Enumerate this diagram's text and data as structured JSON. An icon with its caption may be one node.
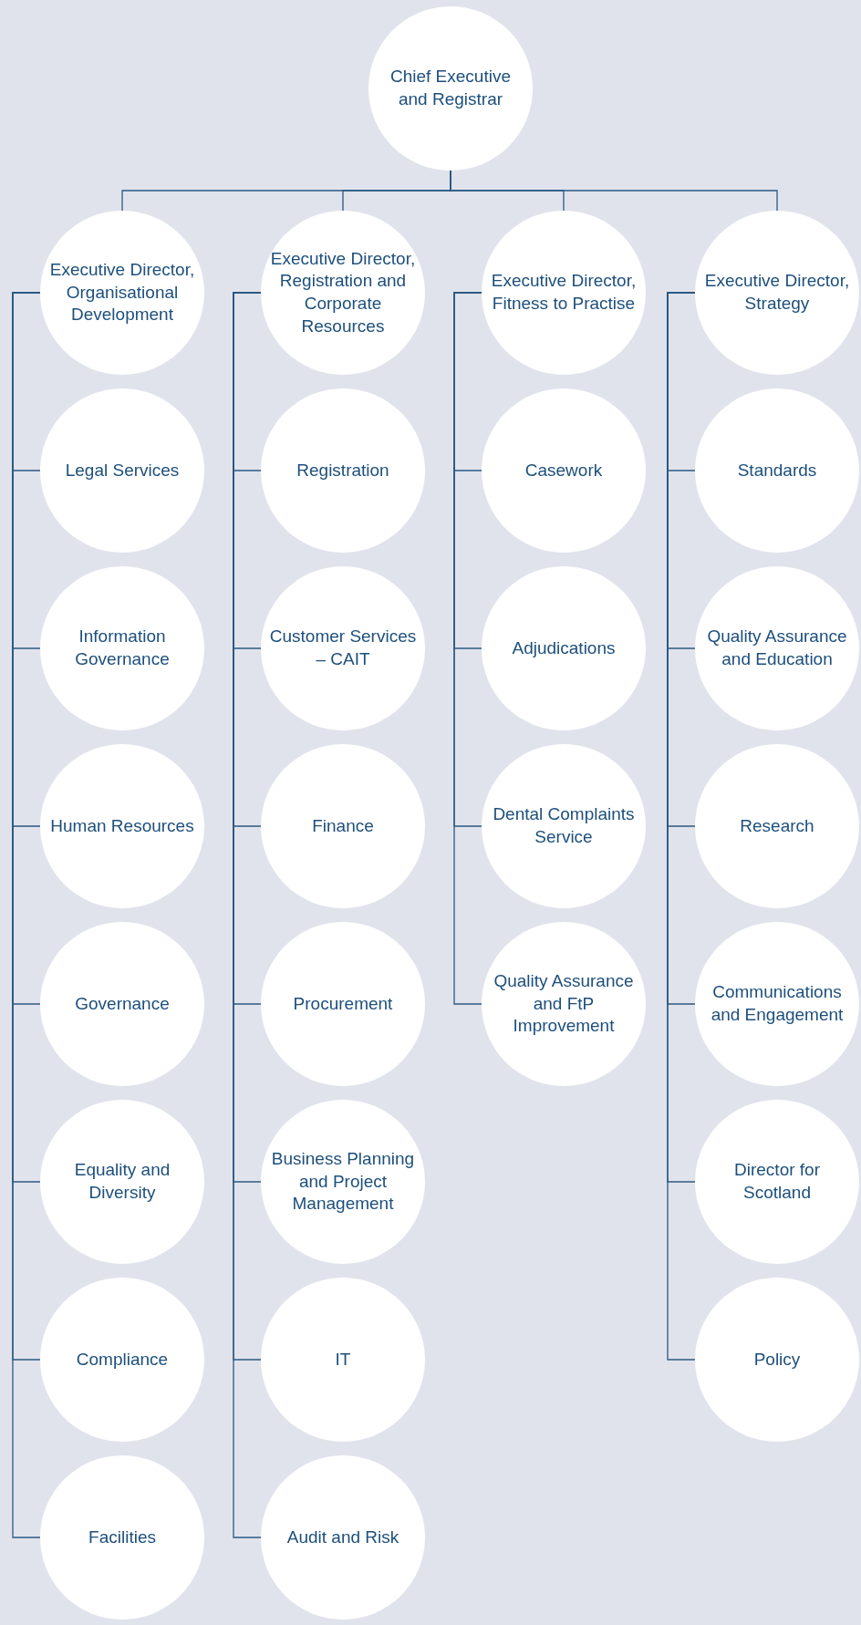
{
  "diagram": {
    "nodes": [
      {
        "text": [
          "Chief Executive and Registrar"
        ]
      },
      {
        "text": [
          "Executive Director, Organisational Development"
        ]
      },
      {
        "text": [
          "Executive Director, Registration and Corporate Resources"
        ]
      },
      {
        "text": [
          "Executive Director, Fitness to Practise"
        ]
      },
      {
        "text": [
          "Executive Director, Strategy"
        ]
      },
      {
        "text": [
          "Legal Services"
        ]
      },
      {
        "text": [
          "Registration"
        ]
      },
      {
        "text": [
          "Casework"
        ]
      },
      {
        "text": [
          "Standards"
        ]
      },
      {
        "text": [
          "Information Governance"
        ]
      },
      {
        "text": [
          "Customer Services – CAIT"
        ]
      },
      {
        "text": [
          "Adjudications"
        ]
      },
      {
        "text": [
          "Quality Assurance and Education"
        ]
      },
      {
        "text": [
          "Human Resources"
        ]
      },
      {
        "text": [
          "Finance"
        ]
      },
      {
        "text": [
          "Dental Complaints Service"
        ]
      },
      {
        "text": [
          "Research"
        ]
      },
      {
        "text": [
          "Governance"
        ]
      },
      {
        "text": [
          "Procurement"
        ]
      },
      {
        "text": [
          "Quality Assurance and FtP Improvement"
        ]
      },
      {
        "text": [
          "Communications and Engagement"
        ]
      },
      {
        "text": [
          "Equality and Diversity"
        ]
      },
      {
        "text": [
          "Business Planning and Project Management"
        ]
      },
      {
        "text": [
          "Director for Scotland"
        ]
      },
      {
        "text": [
          "Compliance"
        ]
      },
      {
        "text": [
          "IT"
        ]
      },
      {
        "text": [
          "Policy"
        ]
      },
      {
        "text": [
          "Facilities"
        ]
      },
      {
        "text": [
          "Audit and Risk"
        ]
      }
    ],
    "edges": [
      {
        "from": 0,
        "to": 1,
        "arrow": "none"
      },
      {
        "from": 0,
        "to": 2,
        "arrow": "none"
      },
      {
        "from": 0,
        "to": 3,
        "arrow": "none"
      },
      {
        "from": 0,
        "to": 4,
        "arrow": "none"
      },
      {
        "from": 1,
        "to": 5,
        "arrow": "none"
      },
      {
        "from": 1,
        "to": 9,
        "arrow": "none"
      },
      {
        "from": 1,
        "to": 13,
        "arrow": "none"
      },
      {
        "from": 1,
        "to": 17,
        "arrow": "none"
      },
      {
        "from": 1,
        "to": 21,
        "arrow": "none"
      },
      {
        "from": 1,
        "to": 24,
        "arrow": "none"
      },
      {
        "from": 1,
        "to": 27,
        "arrow": "none"
      },
      {
        "from": 2,
        "to": 6,
        "arrow": "none"
      },
      {
        "from": 2,
        "to": 10,
        "arrow": "none"
      },
      {
        "from": 2,
        "to": 14,
        "arrow": "none"
      },
      {
        "from": 2,
        "to": 18,
        "arrow": "none"
      },
      {
        "from": 2,
        "to": 22,
        "arrow": "none"
      },
      {
        "from": 2,
        "to": 25,
        "arrow": "none"
      },
      {
        "from": 2,
        "to": 28,
        "arrow": "none"
      },
      {
        "from": 3,
        "to": 7,
        "arrow": "none"
      },
      {
        "from": 3,
        "to": 11,
        "arrow": "none"
      },
      {
        "from": 3,
        "to": 15,
        "arrow": "none"
      },
      {
        "from": 3,
        "to": 19,
        "arrow": "none"
      },
      {
        "from": 4,
        "to": 8,
        "arrow": "none"
      },
      {
        "from": 4,
        "to": 12,
        "arrow": "none"
      },
      {
        "from": 4,
        "to": 16,
        "arrow": "none"
      },
      {
        "from": 4,
        "to": 20,
        "arrow": "none"
      },
      {
        "from": 4,
        "to": 23,
        "arrow": "none"
      },
      {
        "from": 4,
        "to": 26,
        "arrow": "none"
      }
    ]
  }
}
